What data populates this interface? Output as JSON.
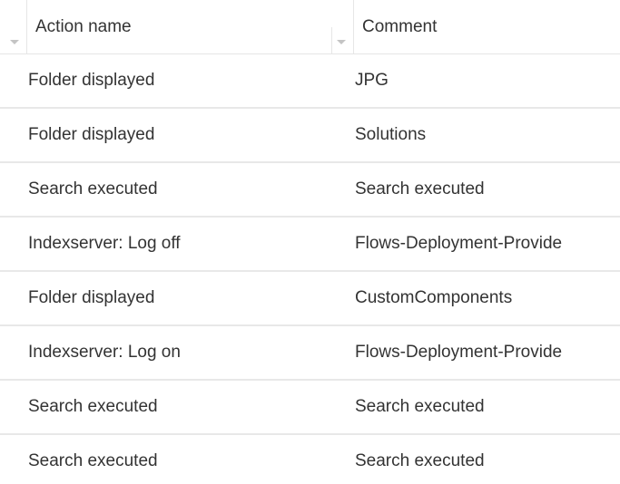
{
  "table": {
    "columns": [
      {
        "label": "Action name"
      },
      {
        "label": "Comment"
      }
    ],
    "rows": [
      {
        "action": "Folder displayed",
        "comment": "JPG"
      },
      {
        "action": "Folder displayed",
        "comment": "Solutions"
      },
      {
        "action": "Search executed",
        "comment": "Search executed"
      },
      {
        "action": "Indexserver: Log off",
        "comment": "Flows-Deployment-Provide"
      },
      {
        "action": "Folder displayed",
        "comment": "CustomComponents"
      },
      {
        "action": "Indexserver: Log on",
        "comment": "Flows-Deployment-Provide"
      },
      {
        "action": "Search executed",
        "comment": "Search executed"
      },
      {
        "action": "Search executed",
        "comment": "Search executed"
      }
    ]
  }
}
